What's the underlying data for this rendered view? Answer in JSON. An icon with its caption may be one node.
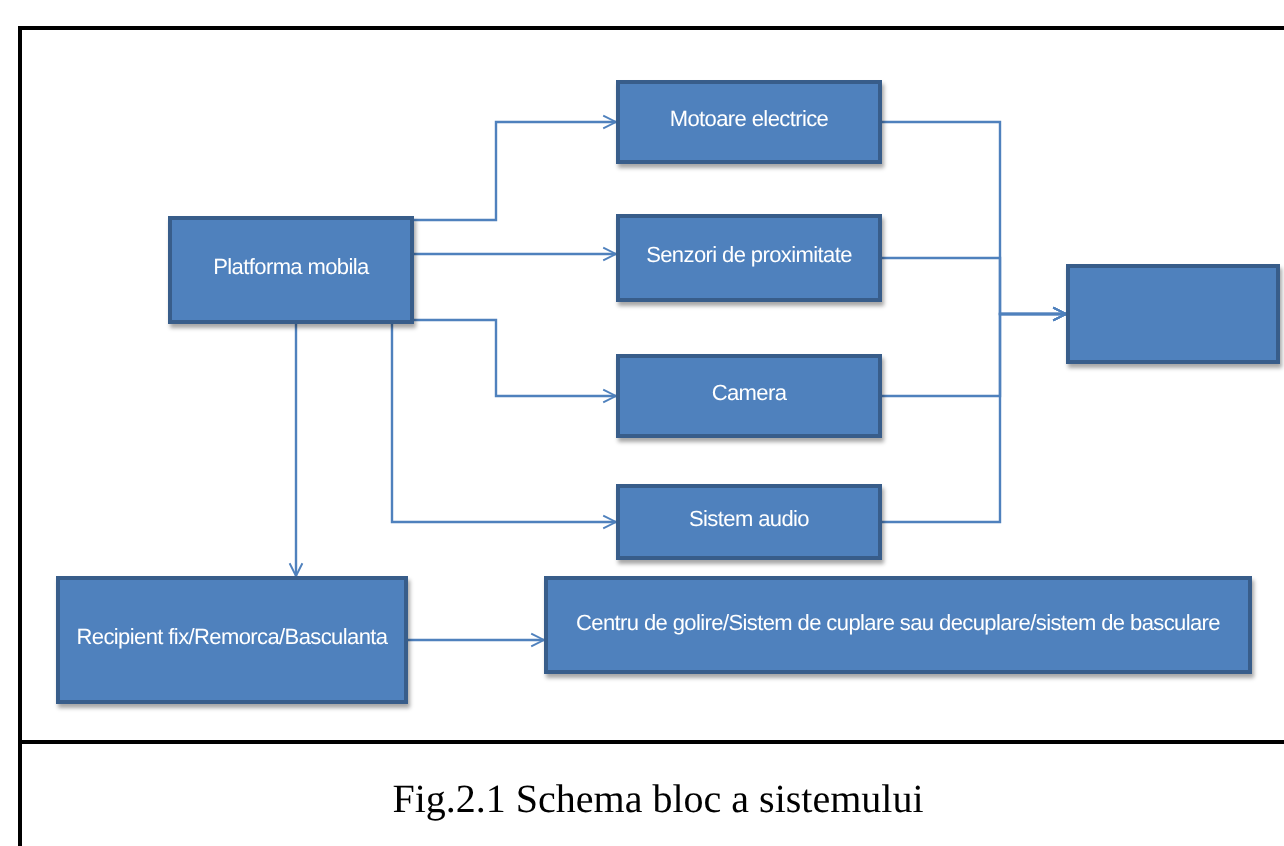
{
  "diagram": {
    "caption": "Fig.2.1 Schema bloc a sistemului",
    "nodes": [
      {
        "text": [
          "Platforma mobila"
        ]
      },
      {
        "text": [
          "Motoare electrice"
        ]
      },
      {
        "text": [
          "Senzori de proximitate"
        ]
      },
      {
        "text": [
          "Camera"
        ]
      },
      {
        "text": [
          "Sistem audio"
        ]
      },
      {
        "text": [],
        "shape": "box"
      },
      {
        "text": [
          "Recipient fix/Remorca/Basculanta"
        ]
      },
      {
        "text": [
          "Centru de golire/Sistem de cuplare sau decuplare/sistem de basculare"
        ]
      }
    ],
    "edges": [
      {
        "from": 0,
        "to": 1,
        "arrow": "to"
      },
      {
        "from": 0,
        "to": 2,
        "arrow": "to"
      },
      {
        "from": 0,
        "to": 3,
        "arrow": "to"
      },
      {
        "from": 0,
        "to": 4,
        "arrow": "to"
      },
      {
        "from": 0,
        "to": 6,
        "arrow": "to"
      },
      {
        "from": 1,
        "to": 5,
        "arrow": "to"
      },
      {
        "from": 2,
        "to": 5,
        "arrow": "to"
      },
      {
        "from": 3,
        "to": 5,
        "arrow": "to"
      },
      {
        "from": 4,
        "to": 5,
        "arrow": "to"
      },
      {
        "from": 6,
        "to": 7,
        "arrow": "to"
      }
    ]
  }
}
